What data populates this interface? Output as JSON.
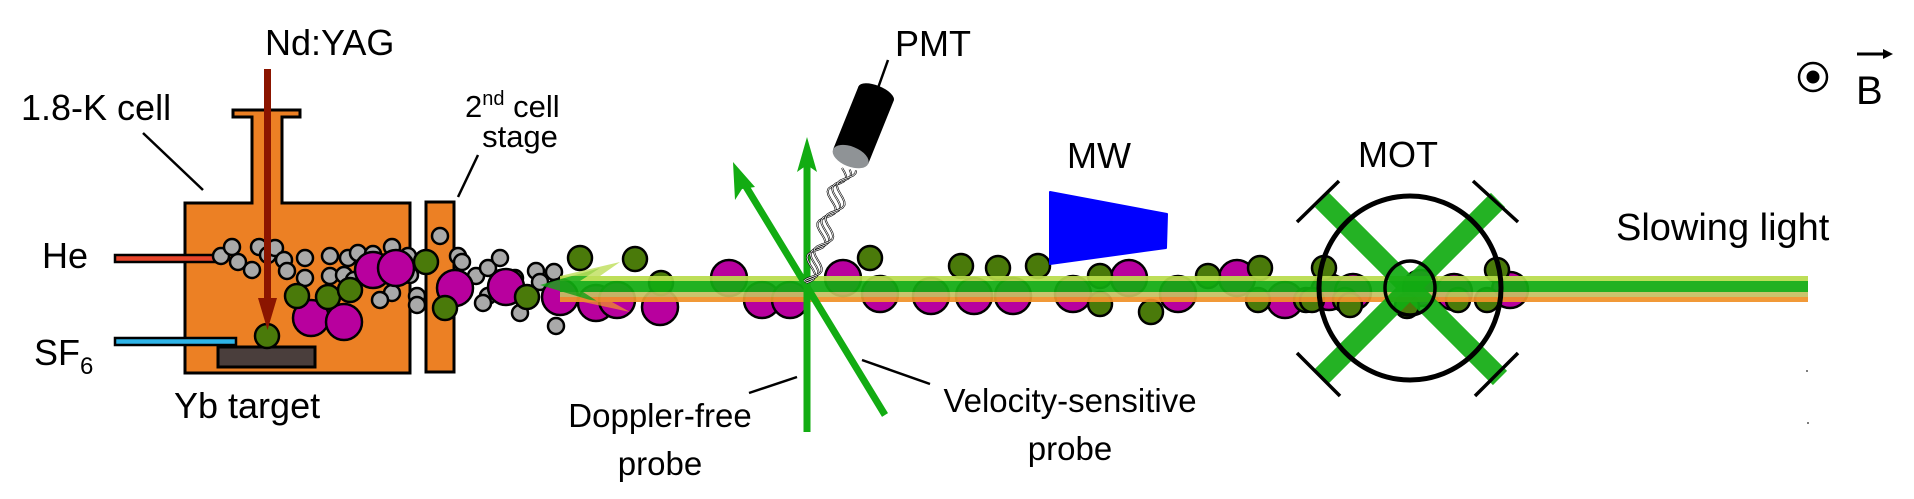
{
  "labels": {
    "nd_yag": "Nd:YAG",
    "cell": "1.8-K cell",
    "second_stage_num": "2",
    "second_stage_sup": "nd",
    "second_stage_rest": " cell",
    "second_stage_line2": "stage",
    "he": "He",
    "sf6_main": "SF",
    "sf6_sub": "6",
    "yb_target": "Yb target",
    "pmt": "PMT",
    "mw": "MW",
    "mot": "MOT",
    "slowing_light": "Slowing light",
    "doppler_free_line1": "Doppler-free",
    "doppler_free_line2": "probe",
    "velocity_sensitive_line1": "Velocity-sensitive",
    "velocity_sensitive_line2": "probe",
    "b_field": "B"
  },
  "legend_symbols": {
    "b_field_direction": "out-of-page (dot in circle)"
  },
  "colors": {
    "cell_orange": "#ec8024",
    "laser_red": "#8b1500",
    "he_tube": "#e8452a",
    "sf6_tube": "#2eb4e8",
    "target": "#4a3e3c",
    "yb_atom": "#b8009e",
    "ybf_molecule": "#4a7a0a",
    "he_atom": "#a9a9a9",
    "probe_green": "#12ac12",
    "beam_lightgreen": "#b9dc4c",
    "beam_khaki": "#c6c062",
    "beam_orange": "#f0922a",
    "mw_blue": "#0000ff",
    "pmt_body": "#000000",
    "pmt_window": "#8f9396"
  }
}
